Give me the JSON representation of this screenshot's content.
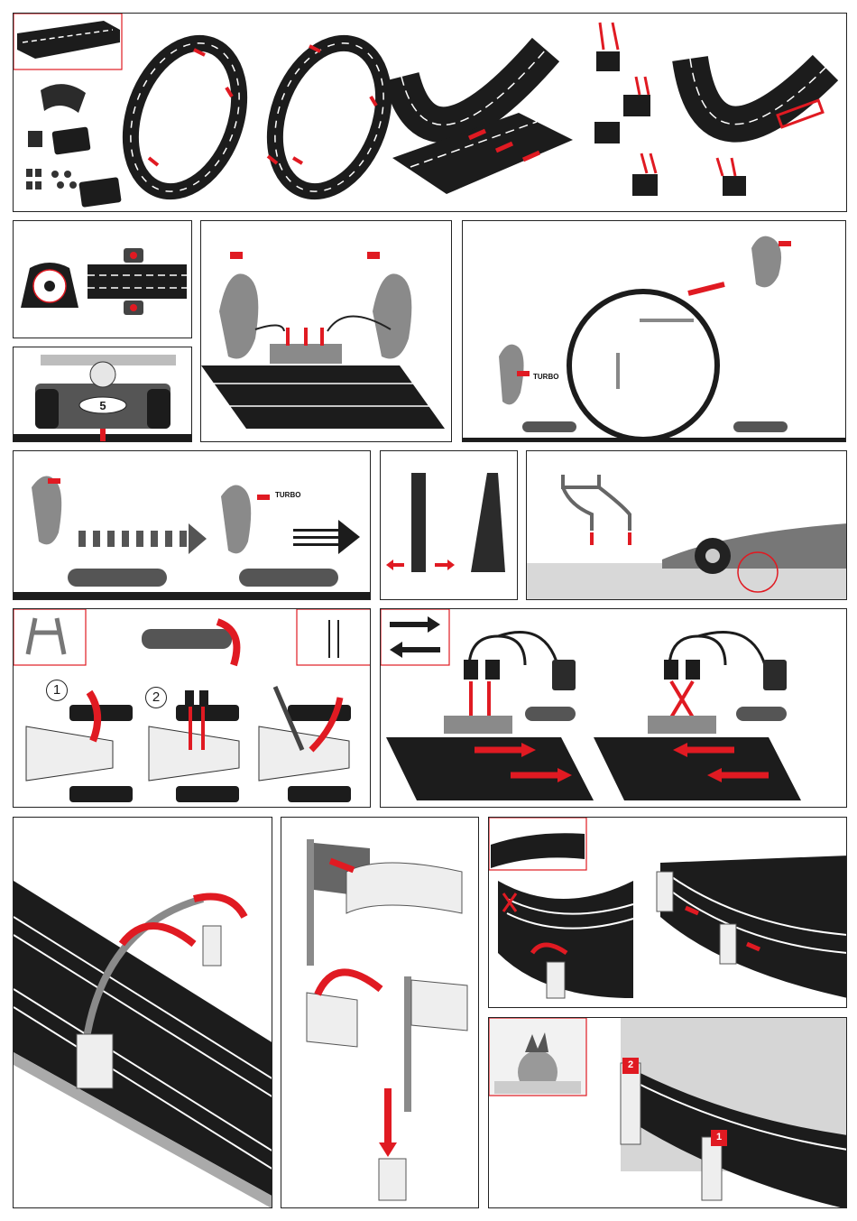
{
  "labels": {
    "turbo_1": "TURBO",
    "turbo_2": "TURBO",
    "step_1": "1",
    "step_2": "2",
    "badge_1": "1",
    "badge_2": "2",
    "car_number": "5"
  },
  "colors": {
    "accent": "#e01a22",
    "track": "#1c1c1c",
    "grey": "#8a8a8a",
    "light_grey": "#cfcfcf"
  },
  "icons": [
    "track-piece",
    "loop-track",
    "connector-clip",
    "lap-counter",
    "hand-controller",
    "race-car",
    "guide-keel",
    "power-supply",
    "direction-arrows",
    "flag",
    "track-support",
    "scenery-wall"
  ]
}
